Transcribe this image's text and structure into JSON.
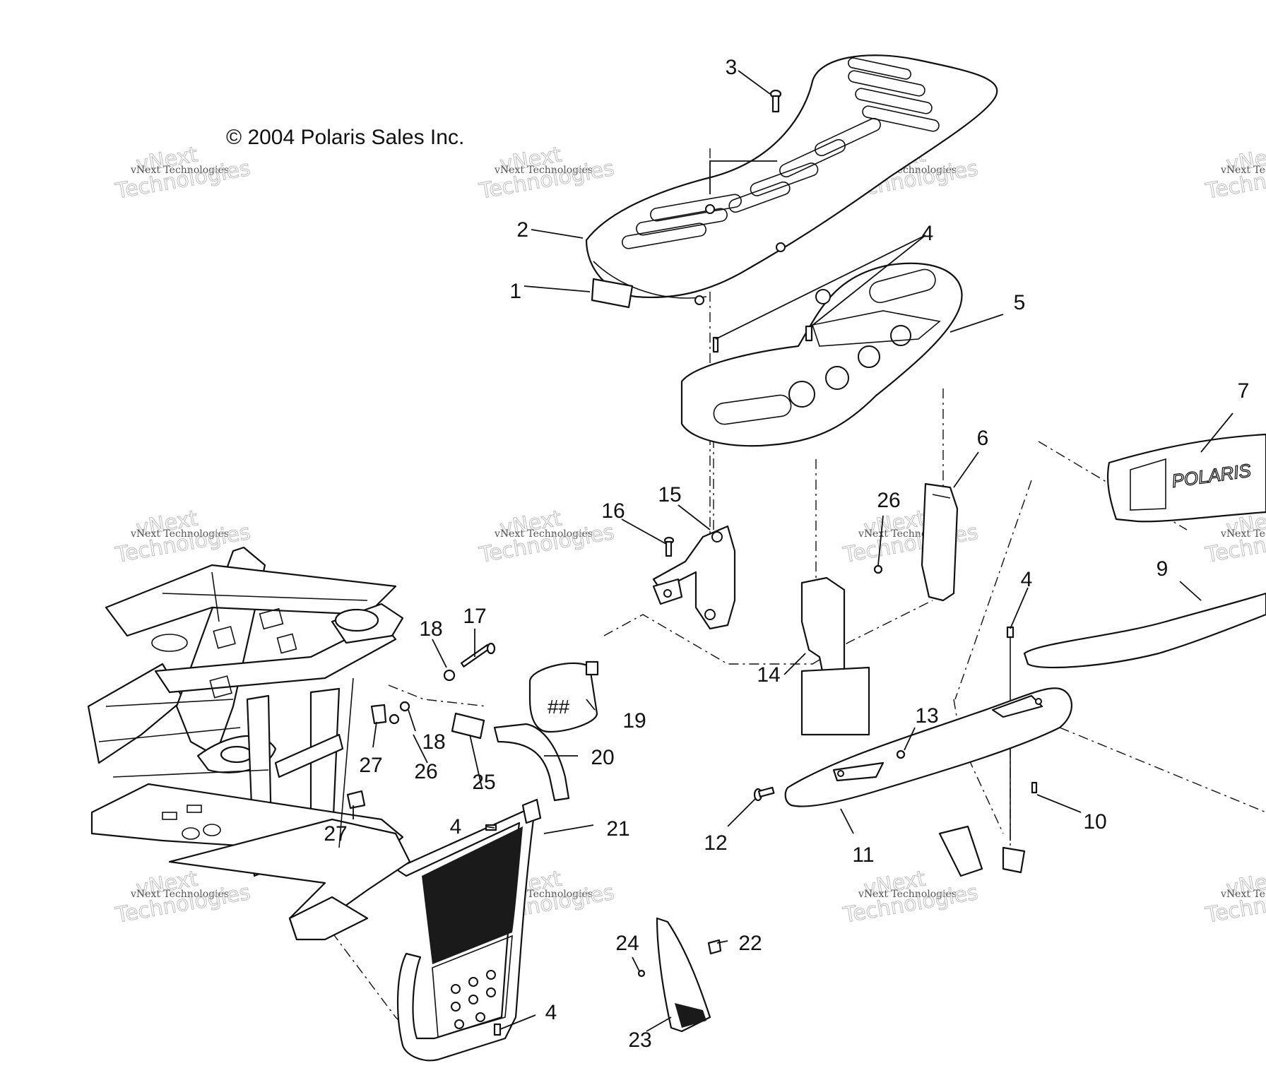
{
  "copyright": "© 2004 Polaris Sales Inc.",
  "watermark": {
    "line1": "vNext Technologies",
    "line2": "vNext",
    "line3": "Technologies"
  },
  "callouts": [
    "1",
    "2",
    "3",
    "4",
    "4",
    "4",
    "4",
    "5",
    "6",
    "7",
    "9",
    "10",
    "11",
    "12",
    "13",
    "14",
    "15",
    "16",
    "17",
    "18",
    "18",
    "19",
    "20",
    "21",
    "22",
    "23",
    "24",
    "25",
    "26",
    "26",
    "27",
    "27"
  ],
  "colors": {
    "ink": "#111111",
    "watermark": "#bdbdbd",
    "background": "#ffffff"
  }
}
